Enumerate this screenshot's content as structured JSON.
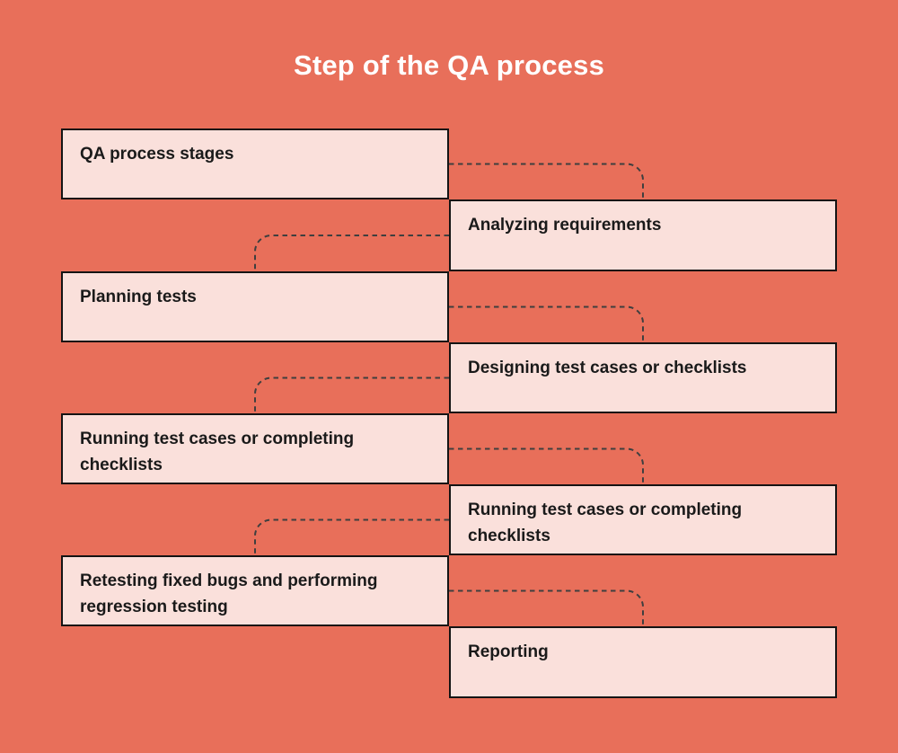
{
  "title": "Step of the QA process",
  "colors": {
    "background": "#E86F5A",
    "box_fill": "#FAE0DB",
    "box_border": "#141414",
    "box_text": "#1A1A1A",
    "connector": "#3F3F3F",
    "title_text": "#FFFFFF"
  },
  "steps": [
    {
      "label": "QA process stages",
      "side": "left"
    },
    {
      "label": "Analyzing requirements",
      "side": "right"
    },
    {
      "label": "Planning tests",
      "side": "left"
    },
    {
      "label": "Designing test cases or checklists",
      "side": "right"
    },
    {
      "label": "Running test cases or completing checklists",
      "side": "left"
    },
    {
      "label": "Running test cases or completing checklists",
      "side": "right"
    },
    {
      "label": "Retesting fixed bugs and performing regression testing",
      "side": "left"
    },
    {
      "label": "Reporting",
      "side": "right"
    }
  ]
}
